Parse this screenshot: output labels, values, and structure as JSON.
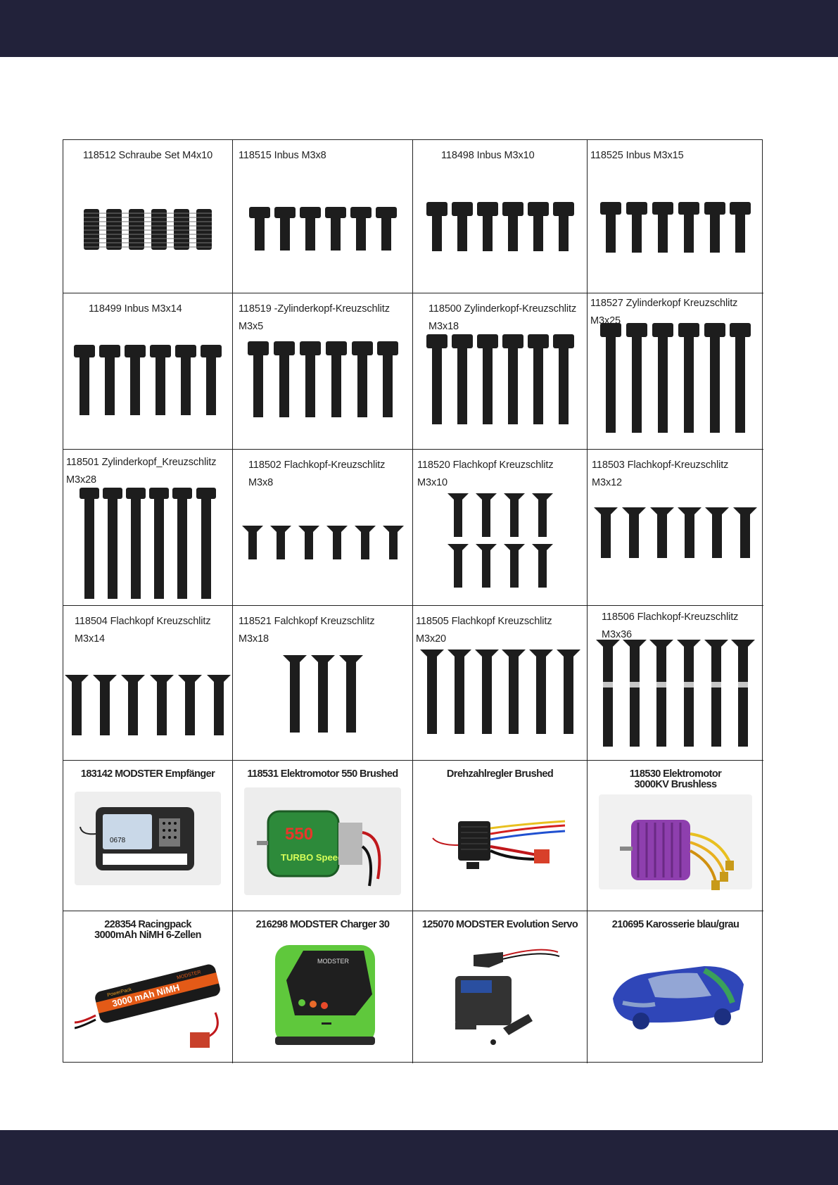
{
  "cells": [
    {
      "id": "118512",
      "line1": "118512 Schraube Set M4x10",
      "line2": ""
    },
    {
      "id": "118515",
      "line1": "118515 Inbus M3x8",
      "line2": ""
    },
    {
      "id": "118498",
      "line1": "118498 Inbus M3x10",
      "line2": ""
    },
    {
      "id": "118525",
      "line1": "118525 Inbus M3x15",
      "line2": ""
    },
    {
      "id": "118499",
      "line1": "118499 Inbus M3x14",
      "line2": ""
    },
    {
      "id": "118519",
      "line1": "118519 -Zylinderkopf-Kreuzschlitz",
      "line2": "M3x5"
    },
    {
      "id": "118500",
      "line1": "118500 Zylinderkopf-Kreuzschlitz",
      "line2": "M3x18"
    },
    {
      "id": "118527",
      "line1": "118527 Zylinderkopf Kreuzschlitz",
      "line2": "M3x25"
    },
    {
      "id": "118501",
      "line1": "118501 Zylinderkopf_Kreuzschlitz",
      "line2": "M3x28"
    },
    {
      "id": "118502",
      "line1": "118502 Flachkopf-Kreuzschlitz",
      "line2": "M3x8"
    },
    {
      "id": "118520",
      "line1": "118520 Flachkopf Kreuzschlitz",
      "line2": "M3x10"
    },
    {
      "id": "118503",
      "line1": "118503 Flachkopf-Kreuzschlitz",
      "line2": "M3x12"
    },
    {
      "id": "118504",
      "line1": "118504 Flachkopf Kreuzschlitz",
      "line2": "M3x14"
    },
    {
      "id": "118521",
      "line1": "118521 Falchkopf Kreuzschlitz",
      "line2": "M3x18"
    },
    {
      "id": "118505",
      "line1": "118505 Flachkopf Kreuzschlitz",
      "line2": "M3x20"
    },
    {
      "id": "118506",
      "line1": "118506 Flachkopf-Kreuzschlitz",
      "line2": "M3x36"
    },
    {
      "id": "183142",
      "line1": "183142 MODSTER Empfänger",
      "line2": ""
    },
    {
      "id": "118531",
      "line1": "118531 Elektromotor 550 Brushed",
      "line2": ""
    },
    {
      "id": "esc",
      "line1": "Drehzahlregler Brushed",
      "line2": ""
    },
    {
      "id": "118530",
      "line1": "118530 Elektromotor",
      "line2": "3000KV Brushless"
    },
    {
      "id": "228354",
      "line1": "228354 Racingpack",
      "line2": "3000mAh NiMH 6-Zellen"
    },
    {
      "id": "216298",
      "line1": "216298 MODSTER Charger 30",
      "line2": ""
    },
    {
      "id": "125070",
      "line1": "125070 MODSTER Evolution Servo",
      "line2": ""
    },
    {
      "id": "210695",
      "line1": "210695 Karosserie blau/grau",
      "line2": ""
    }
  ],
  "photo_text": {
    "receiver_model": "0678",
    "motor_badge": "550",
    "motor_brand": "TURBO Speed",
    "battery_brand": "PowerPack",
    "battery_capacity": "3000 mAh NiMH",
    "battery_maker": "MODSTER",
    "charger_brand": "MODSTER"
  },
  "colors": {
    "band": "#22223a",
    "screw": "#1d1d1d",
    "charger": "#5fc83c",
    "motor_brushless": "#8e3fae",
    "body_shell": "#2f46b8"
  }
}
